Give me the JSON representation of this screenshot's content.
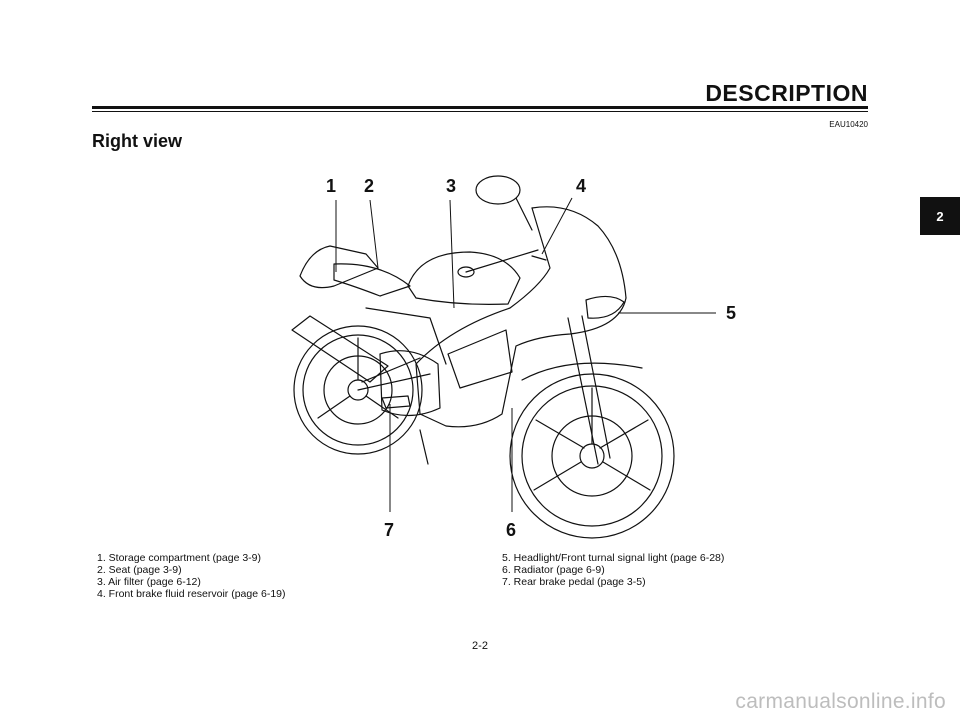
{
  "header": {
    "section_title": "DESCRIPTION",
    "code": "EAU10420"
  },
  "page_heading": "Right view",
  "chapter_tab": "2",
  "diagram": {
    "callouts": [
      "1",
      "2",
      "3",
      "4",
      "5",
      "6",
      "7"
    ]
  },
  "captions": {
    "left": [
      "1. Storage compartment (page 3-9)",
      "2. Seat (page 3-9)",
      "3. Air filter (page 6-12)",
      "4. Front brake fluid reservoir (page 6-19)"
    ],
    "right": [
      "5. Headlight/Front turnal signal light (page 6-28)",
      "6. Radiator (page 6-9)",
      "7. Rear brake pedal (page 3-5)"
    ]
  },
  "page_number": "2-2",
  "watermark": "carmanualsonline.info"
}
